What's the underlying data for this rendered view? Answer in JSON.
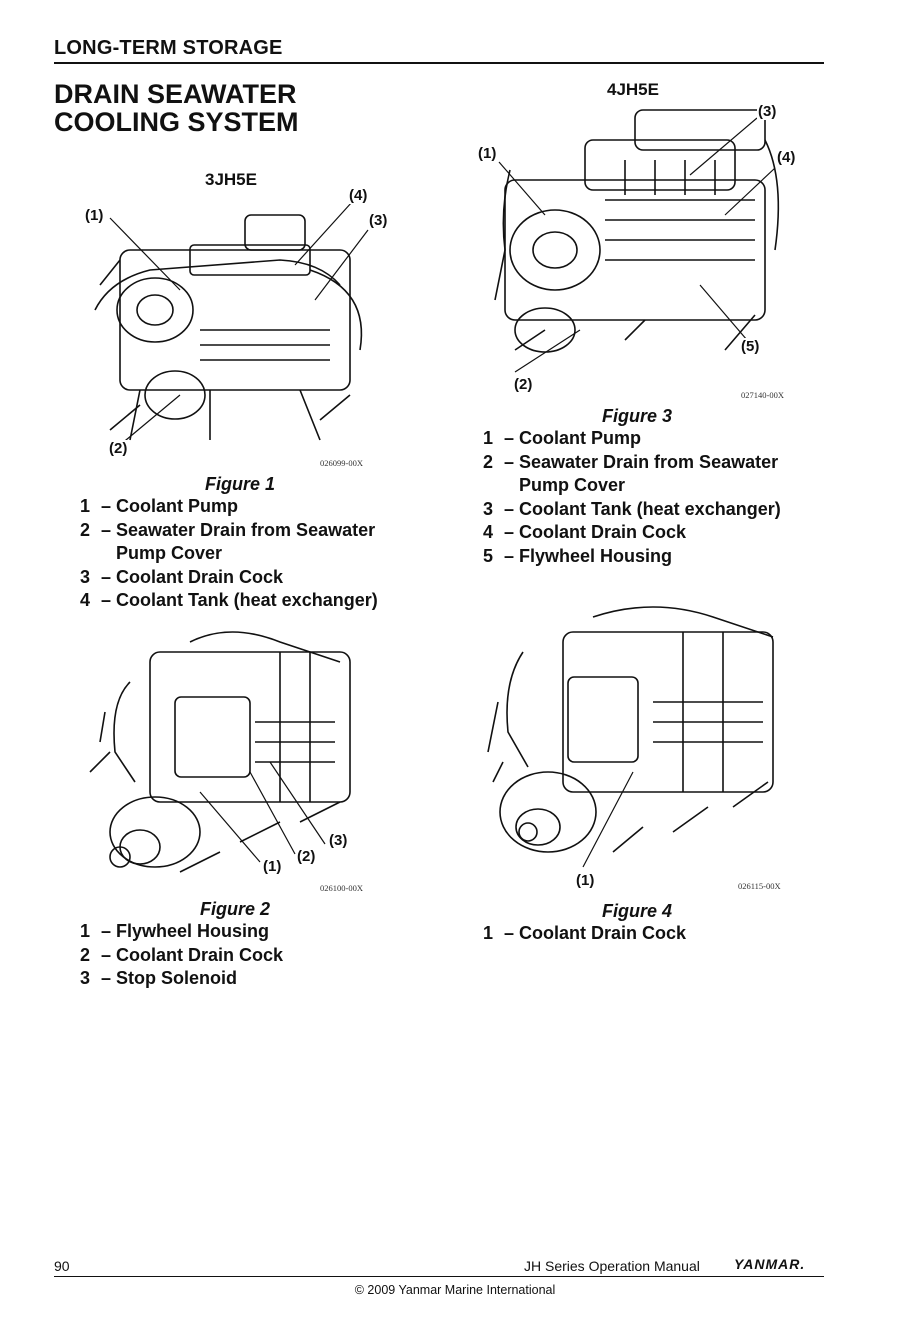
{
  "header": {
    "section": "LONG-TERM STORAGE"
  },
  "title": {
    "line1": "DRAIN SEAWATER",
    "line2": "COOLING SYSTEM"
  },
  "figures": [
    {
      "model": "3JH5E",
      "code": "026099-00X",
      "title": "Figure 1",
      "callouts": [
        "(1)",
        "(2)",
        "(3)",
        "(4)"
      ],
      "legend": [
        {
          "num": "1",
          "text": "Coolant Pump"
        },
        {
          "num": "2",
          "text": "Seawater Drain from Seawater Pump Cover"
        },
        {
          "num": "3",
          "text": "Coolant Drain Cock"
        },
        {
          "num": "4",
          "text": "Coolant Tank (heat exchanger)"
        }
      ]
    },
    {
      "model": "",
      "code": "026100-00X",
      "title": "Figure 2",
      "callouts": [
        "(1)",
        "(2)",
        "(3)"
      ],
      "legend": [
        {
          "num": "1",
          "text": "Flywheel Housing"
        },
        {
          "num": "2",
          "text": "Coolant Drain Cock"
        },
        {
          "num": "3",
          "text": "Stop Solenoid"
        }
      ]
    },
    {
      "model": "4JH5E",
      "code": "027140-00X",
      "title": "Figure 3",
      "callouts": [
        "(1)",
        "(2)",
        "(3)",
        "(4)",
        "(5)"
      ],
      "legend": [
        {
          "num": "1",
          "text": "Coolant Pump"
        },
        {
          "num": "2",
          "text": "Seawater Drain from Seawater Pump Cover"
        },
        {
          "num": "3",
          "text": "Coolant Tank (heat exchanger)"
        },
        {
          "num": "4",
          "text": "Coolant Drain Cock"
        },
        {
          "num": "5",
          "text": "Flywheel Housing"
        }
      ]
    },
    {
      "model": "",
      "code": "026115-00X",
      "title": "Figure 4",
      "callouts": [
        "(1)"
      ],
      "legend": [
        {
          "num": "1",
          "text": "Coolant Drain Cock"
        }
      ]
    }
  ],
  "footer": {
    "page_number": "90",
    "manual": "JH Series Operation Manual",
    "brand": "YANMAR.",
    "copyright": "© 2009 Yanmar Marine International"
  }
}
